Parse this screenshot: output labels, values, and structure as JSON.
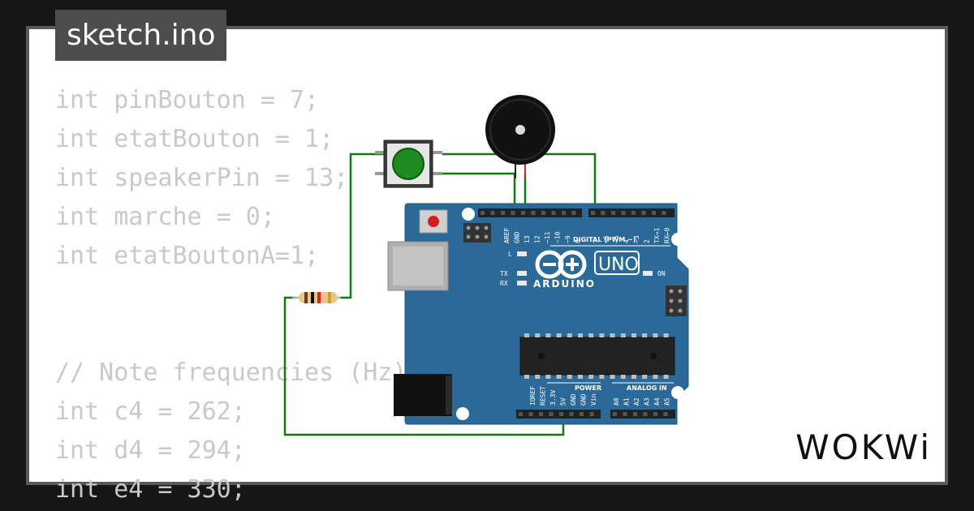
{
  "window": {
    "title": "sketch.ino"
  },
  "code_lines": [
    "int pinBouton = 7;",
    "int etatBouton = 1;",
    "int speakerPin = 13;",
    "int marche = 0;",
    "int etatBoutonA=1;",
    "",
    "",
    "// Note frequencies (Hz)",
    "int c4 = 262;",
    "int d4 = 294;",
    "int e4 = 330;"
  ],
  "board": {
    "name": "ARDUINO",
    "model": "UNO",
    "digital_header": "DIGITAL (PWM ~)",
    "power_header": "POWER",
    "analog_header": "ANALOG IN",
    "led_l": "L",
    "led_tx": "TX",
    "led_rx": "RX",
    "led_on": "ON",
    "digital_pins": [
      "AREF",
      "GND",
      "13",
      "12",
      "~11",
      "~10",
      "~9",
      "8",
      "7",
      "~6",
      "~5",
      "4",
      "~3",
      "2",
      "TX→1",
      "RX←0"
    ],
    "power_pins": [
      "IOREF",
      "RESET",
      "3.3V",
      "5V",
      "GND",
      "GND",
      "Vin"
    ],
    "analog_pins": [
      "A0",
      "A1",
      "A2",
      "A3",
      "A4",
      "A5"
    ]
  },
  "brand": {
    "logo_text": "WOKWi"
  },
  "colors": {
    "board": "#2b6a98",
    "wire": "#0f7a0f",
    "button": "#1f8a1f",
    "code_text": "#c9c9c9",
    "tab": "#4d4d4d"
  }
}
